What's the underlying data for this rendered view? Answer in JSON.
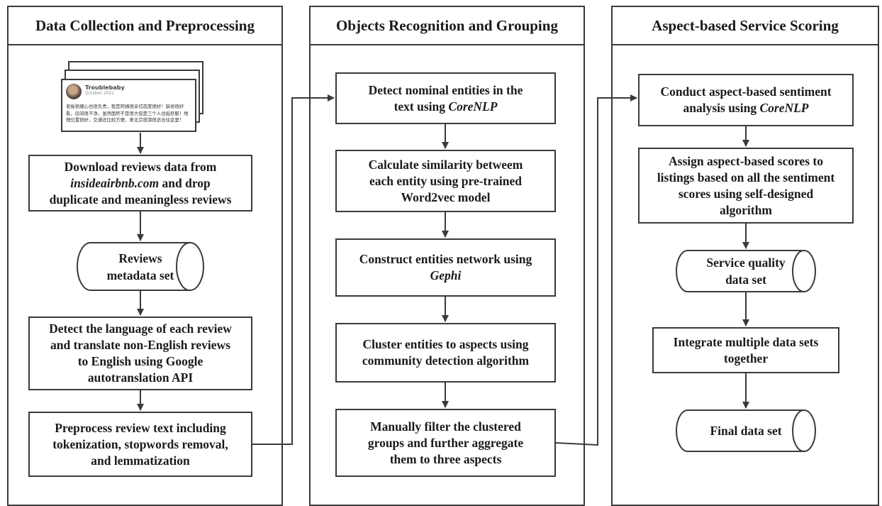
{
  "lanes": [
    {
      "title": "Data Collection and Preprocessing"
    },
    {
      "title": "Objects Recognition and Grouping"
    },
    {
      "title": "Aspect-based Service Scoring"
    }
  ],
  "review_card": {
    "user": "Troublebaby",
    "date": "October 2021",
    "text": "老板很细心也很负责，我是阿姨很亲切态度很好！装修很好看，房间很干净，虽然面积不是很大但是三个人住挺舒服！地理位置很好，交通还比较方便，来北京旅游很适合住这里！"
  },
  "lane1": {
    "download": {
      "l1": "Download reviews data from",
      "l2a": "insideairbnb.com",
      "l2b": " and drop",
      "l3": "duplicate and meaningless reviews"
    },
    "metadata": {
      "l1": "Reviews",
      "l2": "metadata set"
    },
    "detect": {
      "l1": "Detect the language of each review",
      "l2": "and translate non-English reviews",
      "l3": "to English using Google",
      "l4": "autotranslation API"
    },
    "preprocess": {
      "l1": "Preprocess review text including",
      "l2": "tokenization, stopwords removal,",
      "l3": "and lemmatization"
    }
  },
  "lane2": {
    "nominal": {
      "l1": "Detect nominal entities in the",
      "l2a": "text using ",
      "l2b": "CoreNLP"
    },
    "similarity": {
      "l1": "Calculate similarity betweem",
      "l2": "each entity using pre-trained",
      "l3": "Word2vec model"
    },
    "network": {
      "l1": "Construct entities network using",
      "l2": "Gephi"
    },
    "cluster": {
      "l1": "Cluster entities to aspects using",
      "l2": "community detection algorithm"
    },
    "filter": {
      "l1": "Manually filter the clustered",
      "l2": "groups and further aggregate",
      "l3": "them to three aspects"
    }
  },
  "lane3": {
    "sentiment": {
      "l1": "Conduct aspect-based sentiment",
      "l2a": "analysis using ",
      "l2b": "CoreNLP"
    },
    "assign": {
      "l1": "Assign aspect-based scores to",
      "l2": "listings based on all the sentiment",
      "l3": "scores using self-designed",
      "l4": "algorithm"
    },
    "service": {
      "l1": "Service quality",
      "l2": "data set"
    },
    "integrate": {
      "l1": "Integrate multiple data sets",
      "l2": "together"
    },
    "final": {
      "l1": "Final data set"
    }
  },
  "colors": {
    "stroke": "#3a3a3a",
    "background": "#ffffff"
  }
}
